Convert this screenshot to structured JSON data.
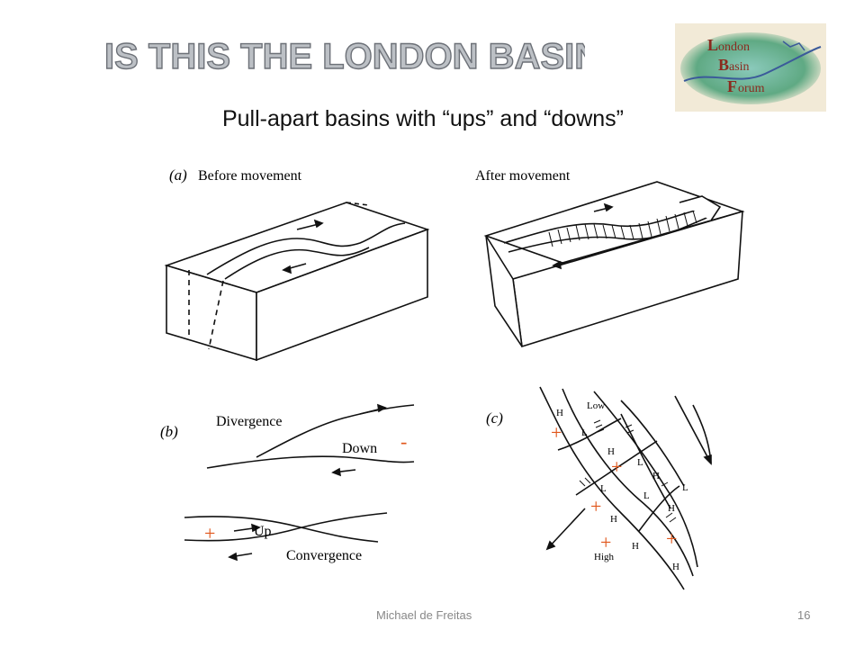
{
  "slide": {
    "title": "IS THIS THE LONDON BASIN ?",
    "subtitle": "Pull-apart basins with “ups” and “downs”",
    "footer_author": "Michael de Freitas",
    "page_number": "16"
  },
  "logo": {
    "line1": "ondon",
    "line2": "asin",
    "line3": "orum",
    "initial1": "L",
    "initial2": "B",
    "initial3": "F"
  },
  "figure": {
    "panel_a": {
      "label": "(a)",
      "before": "Before movement",
      "after": "After movement"
    },
    "panel_b": {
      "label": "(b)",
      "divergence": "Divergence",
      "down": "Down",
      "up": "Up",
      "convergence": "Convergence"
    },
    "panel_c": {
      "label": "(c)",
      "low": "Low",
      "high": "High",
      "h_markers": [
        "H",
        "H",
        "H",
        "H",
        "H",
        "H",
        "H"
      ],
      "l_markers": [
        "L",
        "L",
        "L",
        "L",
        "L"
      ]
    },
    "annotations": {
      "minus": "-",
      "plus": "+"
    }
  },
  "colors": {
    "title_fill": "#bcc0c5",
    "title_stroke": "#6d7178",
    "annotation": "#e0561b",
    "logo_bg": "#f2ead7"
  }
}
